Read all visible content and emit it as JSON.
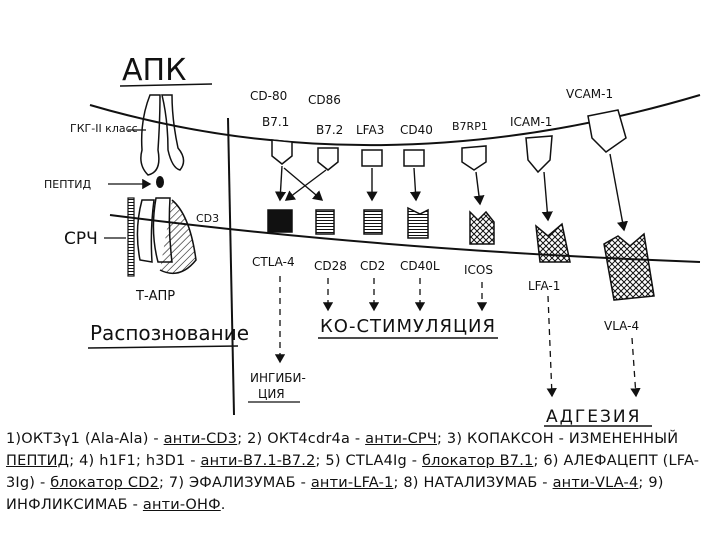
{
  "diagram": {
    "apk": "АПК",
    "mhc": "ГКГ-II класс",
    "peptide": "ПЕПТИД",
    "tcr": "СРЧ",
    "cd3": "CD3",
    "tcell": "Т-АПР",
    "recognition": "Распознование",
    "apc_molecules": [
      {
        "line1": "CD-80",
        "line2": "B7.1"
      },
      {
        "line1": "CD86",
        "line2": "B7.2"
      },
      {
        "line1": "",
        "line2": "LFA3"
      },
      {
        "line1": "",
        "line2": "CD40"
      },
      {
        "line1": "",
        "line2": "B7RP1"
      },
      {
        "line1": "",
        "line2": "ICAM-1"
      },
      {
        "line1": "",
        "line2": "VCAM-1"
      }
    ],
    "t_receptors": [
      "CTLA-4",
      "CD28",
      "CD2",
      "CD40L",
      "ICOS",
      "LFA-1",
      "VLA-4"
    ],
    "inhibition_line1": "ИНГИБИ-",
    "inhibition_line2": "ЦИЯ",
    "costimulation": "КО-СТИМУЛЯЦИЯ",
    "adhesion": "АДГЕЗИЯ"
  },
  "footnote": {
    "p1": "1)ОКТ3γ1 (Ala-Ala) -",
    "p1u": "анти-CD3",
    "p2": "; 2) ОКТ4cdr4a -",
    "p2u": "анти-СРЧ",
    "p3": "; 3) КОПАКСОН - ИЗМЕНЕННЫЙ",
    "p3u": "ПЕПТИД",
    "p4": "; 4) h1F1; h3D1 -",
    "p4u": "анти-B7.1-B7.2",
    "p5": "; 5) CTLA4Ig -",
    "p5u": "блокатор B7.1",
    "p6": "; 6) АЛЕФАЦЕПТ (LFA-3Ig) -",
    "p6u": "блокатор CD2",
    "p7": "; 7) ЭФАЛИЗУМАБ -",
    "p7u": "анти-LFA-1",
    "p8": "; 8) НАТАЛИЗУМАБ -",
    "p8u": "анти-VLA-4",
    "p9": "; 9) ИНФЛИКСИМАБ -",
    "p9u": "анти-ОНФ",
    "p10": "."
  }
}
